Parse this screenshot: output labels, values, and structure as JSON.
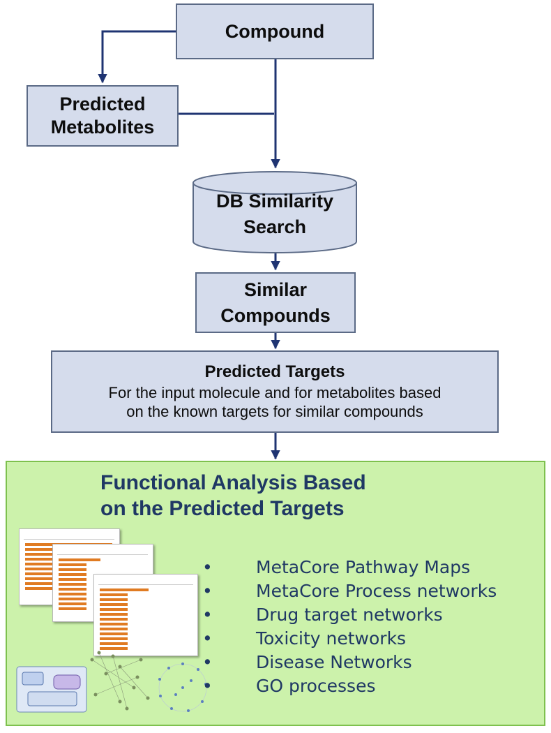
{
  "nodes": {
    "compound": "Compound",
    "predicted_metabolites": [
      "Predicted",
      "Metabolites"
    ],
    "db_similarity_search": [
      "DB Similarity",
      "Search"
    ],
    "similar_compounds": [
      "Similar",
      "Compounds"
    ],
    "predicted_targets": {
      "title": "Predicted Targets",
      "lines": [
        "For the input molecule and for metabolites based",
        "on the known targets for similar compounds"
      ]
    }
  },
  "functional_analysis": {
    "title_lines": [
      "Functional Analysis Based",
      "on the Predicted Targets"
    ],
    "bullet_char": "•",
    "items": [
      "MetaCore Pathway Maps",
      "MetaCore Process networks",
      "Drug target networks",
      "Toxicity networks",
      "Disease Networks",
      "GO processes"
    ]
  },
  "colors": {
    "box_fill": "#d5dcec",
    "box_border": "#5b6a86",
    "arrow": "#1f3472",
    "panel_fill": "#ccf2ab",
    "panel_border": "#7ec14e",
    "title_text": "#1f3864",
    "thumb_bar": "#e07b22"
  },
  "thumbnail_icons": [
    "pathway-map-chart-icon",
    "network-graph-icon"
  ]
}
